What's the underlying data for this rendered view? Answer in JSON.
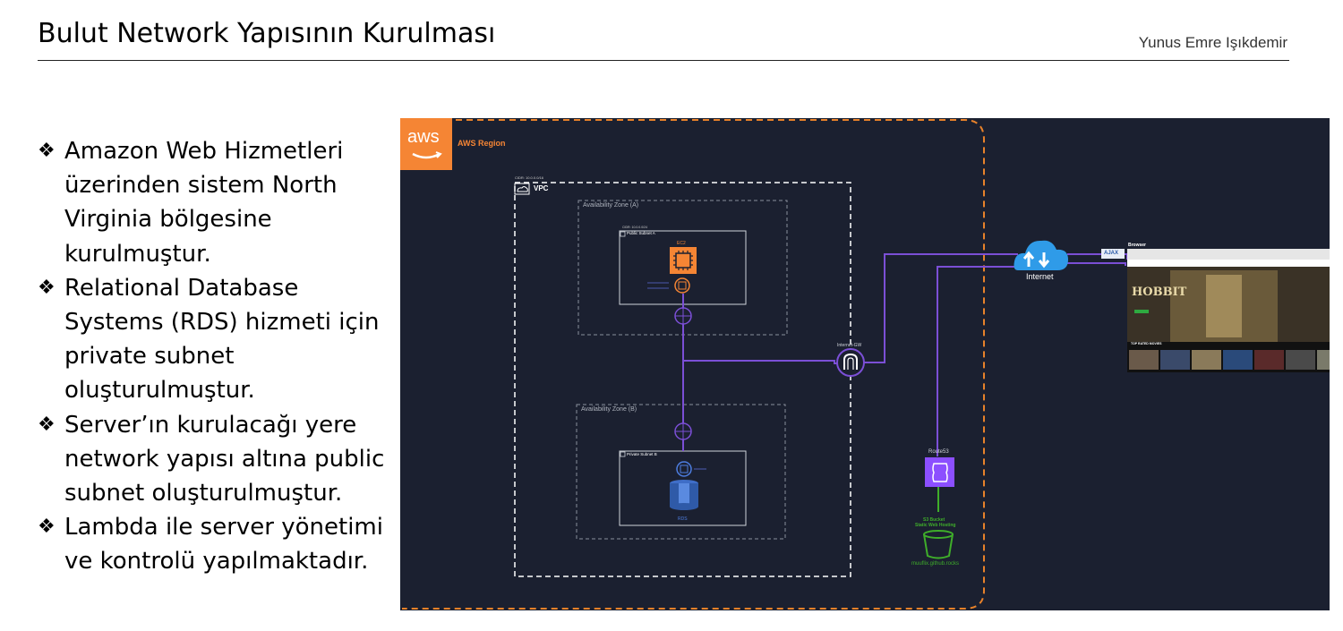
{
  "header": {
    "title": "Bulut Network Yapısının Kurulması",
    "author": "Yunus Emre Işıkdemir"
  },
  "bullets": [
    {
      "marker": "❖",
      "lines": [
        "Amazon Web Hizmetleri",
        "üzerinden sistem North",
        "Virginia bölgesine",
        "kurulmuştur."
      ]
    },
    {
      "marker": "❖",
      "lines": [
        "Relational Database",
        "Systems (RDS) hizmeti için",
        "private subnet",
        "oluşturulmuştur."
      ]
    },
    {
      "marker": "❖",
      "lines": [
        "Server’ın kurulacağı yere",
        "network yapısı altına public",
        "subnet oluşturulmuştur."
      ]
    },
    {
      "marker": "❖",
      "lines": [
        "Lambda ile server yönetimi",
        "ve kontrolü yapılmaktadır."
      ]
    }
  ],
  "diagram": {
    "aws_logo": "aws",
    "region_label": "AWS Region",
    "vpc_cidr": "CIDR: 10.0.0.0/16",
    "vpc_label": "VPC",
    "az_a": "Availability Zone (A)",
    "az_b": "Availability Zone (B)",
    "public_subnet_cidr": "CIDR: 10.0.0.0/24",
    "public_subnet": "Public Subnet A",
    "private_subnet": "Private Subnet B",
    "ec2": "EC2",
    "rds": "RDS",
    "igw": "Internet-GW",
    "internet": "Internet",
    "route53": "Route53",
    "s3_line1": "S3 Bucket",
    "s3_line2": "Static Web Hosting",
    "s3_domain": "muuflix.github.rocks",
    "browser_label": "Browser",
    "browser_brand": "AJAX",
    "movie_title": "HOBBIT",
    "top_rated": "TOP RATED MOVIES",
    "colors": {
      "background": "#1b2030",
      "region_border": "#e8822a",
      "aws_orange": "#f58534",
      "link": "#7b4fd6",
      "s3_green": "#3fae2a",
      "route53_purple": "#8c4fff"
    },
    "icons": [
      "aws-logo",
      "cloud-icon",
      "ec2-chip-icon",
      "rds-database-icon",
      "internet-gateway-icon",
      "route53-shield-icon",
      "s3-bucket-icon",
      "router-icon"
    ]
  }
}
